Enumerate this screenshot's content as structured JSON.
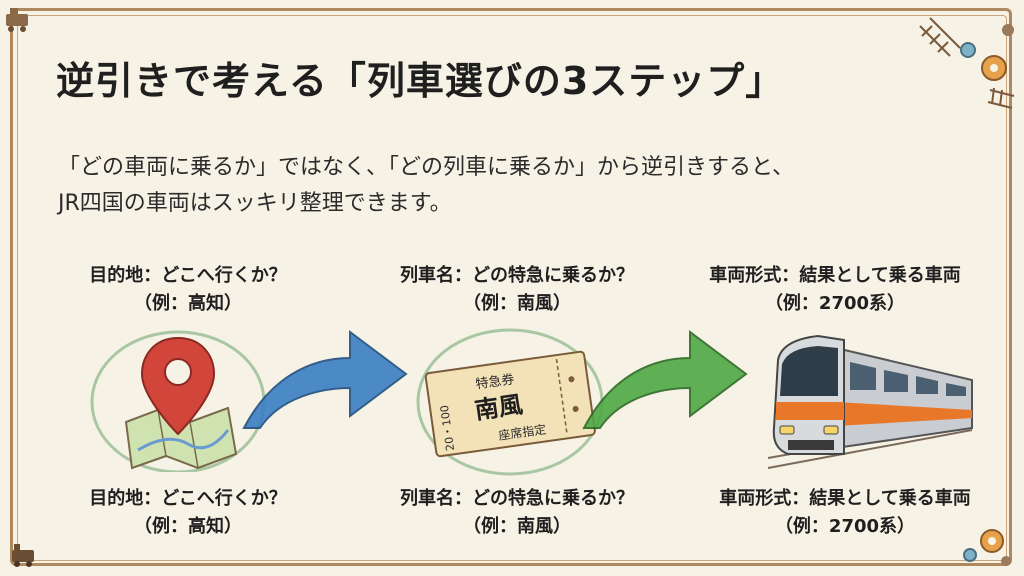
{
  "title": "逆引きで考える「列車選びの3ステップ」",
  "intro": {
    "line1": "「どの車両に乗るか」ではなく、「どの列車に乗るか」から逆引きすると、",
    "line2": "JR四国の車両はスッキリ整理できます。"
  },
  "steps": [
    {
      "label": "目的地：どこへ行くか？",
      "example": "（例：高知）",
      "icon": "map-pin-icon"
    },
    {
      "label": "列車名：どの特急に乗るか？",
      "example": "（例：南風）",
      "icon": "ticket-icon"
    },
    {
      "label": "車両形式：結果として乗る車両",
      "example": "（例：2700系）",
      "icon": "train-icon"
    }
  ],
  "ticket": {
    "heading": "特急券",
    "name": "南風",
    "number": "20・100",
    "seat": "座席指定"
  },
  "colors": {
    "frame": "#b08860",
    "pin": "#d2453a",
    "arrow_blue": "#3a7fc4",
    "arrow_green": "#4fa845",
    "train_orange": "#e8772a"
  }
}
